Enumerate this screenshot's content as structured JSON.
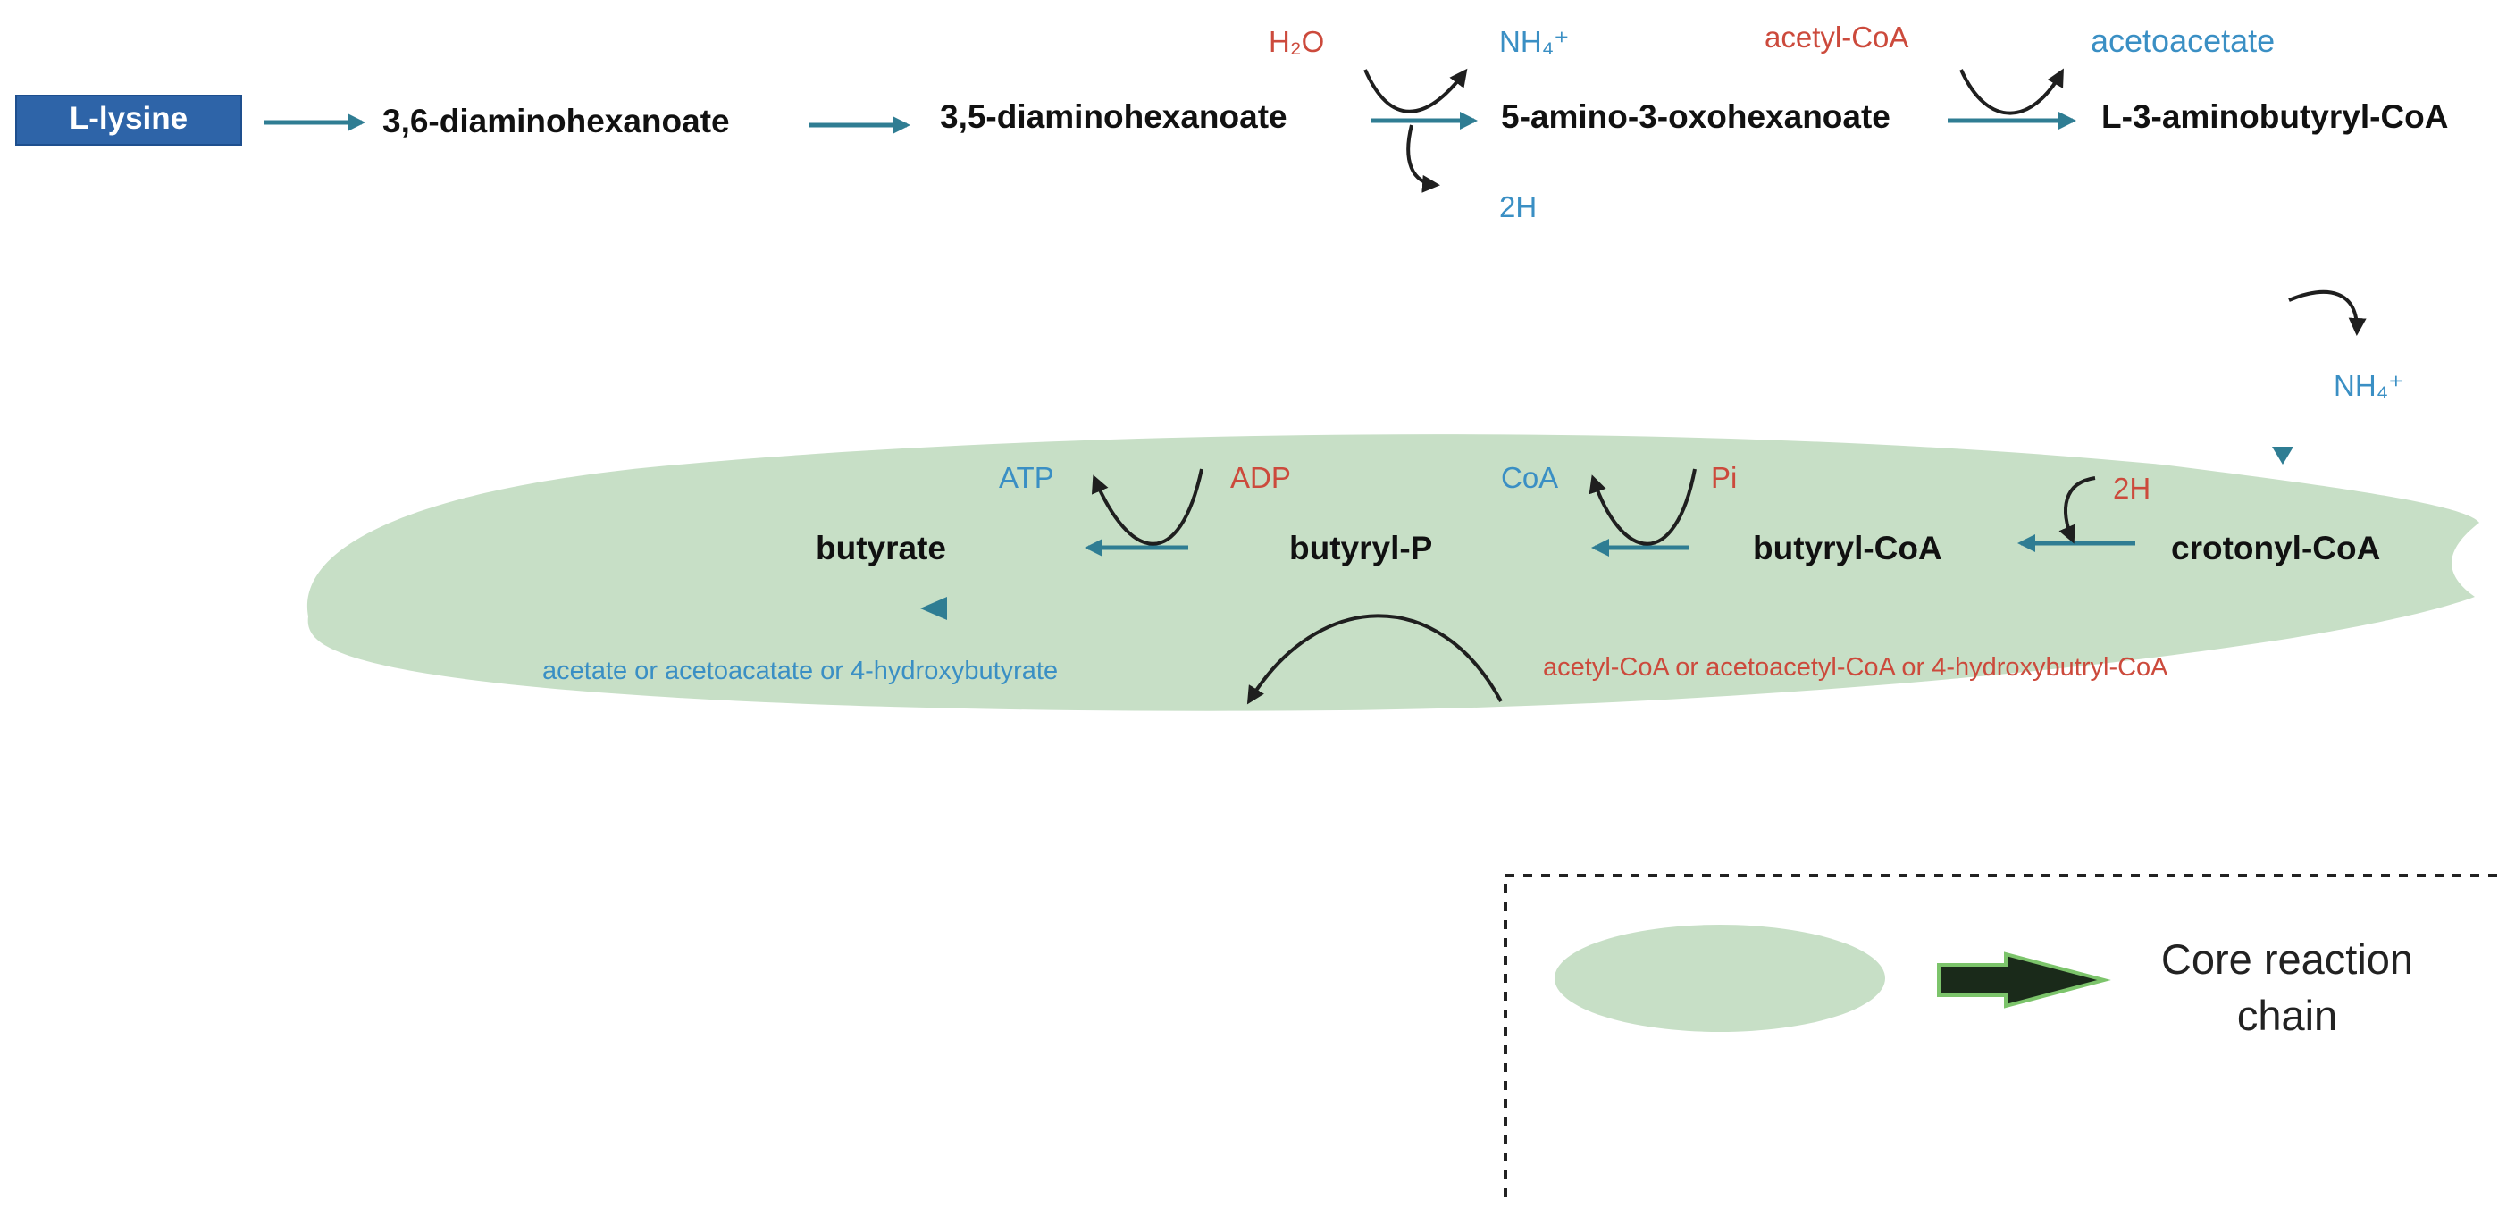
{
  "colors": {
    "blue": "#3a8fc4",
    "red": "#cc4a3c",
    "teal_arrow": "#2f7d93",
    "dark": "#1f1f1f",
    "green_fill": "#c7dfc6",
    "lysine_box": "#2e64a8",
    "legend_arrow_fill": "#1a2a1a",
    "legend_arrow_stroke": "#7cc46b"
  },
  "top_row": {
    "lysine": "L-lysine",
    "diaminohexanoate_36": "3,6-diaminohexanoate",
    "diaminohexanoate_35": "3,5-diaminohexanoate",
    "amino_oxohexanoate": "5-amino-3-oxohexanoate",
    "aminobutyryl_coa": "L-3-aminobutyryl-CoA"
  },
  "cofactors": {
    "h2o": "H₂O",
    "nh4_top": "NH₄⁺",
    "two_h_top": "2H",
    "acetyl_coa_top": "acetyl-CoA",
    "acetoacetate": "acetoacetate",
    "nh4_side": "NH₄⁺"
  },
  "core_chain": {
    "crotonyl_coa": "crotonyl-CoA",
    "two_h": "2H",
    "butyryl_coa": "butyryl-CoA",
    "coa": "CoA",
    "pi": "Pi",
    "butyryl_p": "butyryl-P",
    "atp": "ATP",
    "adp": "ADP",
    "butyrate": "butyrate",
    "transfer_donor": "acetyl-CoA or acetoacetyl-CoA or 4-hydroxybutryl-CoA",
    "transfer_product": "acetate or acetoacatate or 4-hydroxybutyrate"
  },
  "legend": {
    "label_line1": "Core reaction",
    "label_line2": "chain"
  }
}
